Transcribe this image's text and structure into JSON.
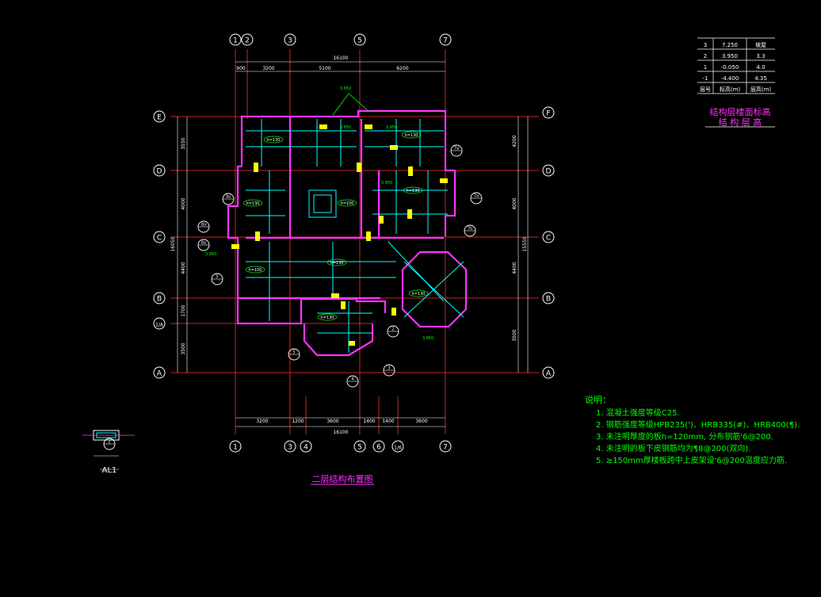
{
  "drawing": {
    "title": "二层结构布置图",
    "colors": {
      "background": "#000000",
      "axis": "#ff3030",
      "wall": "#ff33ff",
      "beam": "#00ffff",
      "column": "#ffff00",
      "text": "#ffffff",
      "notes": "#00ff00",
      "dim": "#ffffff"
    }
  },
  "axes_top": [
    "1",
    "2",
    "3",
    "5",
    "7"
  ],
  "axes_bottom": [
    "1",
    "3",
    "4",
    "5",
    "6",
    "1/6",
    "7"
  ],
  "axes_left": [
    "E",
    "D",
    "C",
    "B",
    "1/A",
    "A"
  ],
  "axes_right": [
    "F",
    "D",
    "C",
    "B",
    "A"
  ],
  "dims_top": {
    "total": "16100",
    "parts": [
      "900",
      "3200",
      "5100",
      "6200"
    ]
  },
  "dims_bottom": {
    "total": "16100",
    "parts": [
      "3200",
      "1200",
      "3600",
      "1400",
      "1400",
      "3600"
    ]
  },
  "dims_left": {
    "total": "16050",
    "parts": [
      "3550",
      "4000",
      "4400",
      "1700",
      "3500"
    ]
  },
  "dims_right": {
    "total": "15550",
    "parts": [
      "4200",
      "4000",
      "4400",
      "3500"
    ]
  },
  "level_table": {
    "rows": [
      [
        "3",
        "7.250",
        "坡屋"
      ],
      [
        "2",
        "3.950",
        "3.3"
      ],
      [
        "1",
        "-0.050",
        "4.0"
      ],
      [
        "-1",
        "-4.400",
        "4.35"
      ]
    ],
    "footer": [
      "层号",
      "标高(m)",
      "层高(m)"
    ],
    "caption1": "结构层楼面标高",
    "caption2": "结 构 层 高"
  },
  "notes": {
    "header": "说明：",
    "items": [
      "1.  混凝土强度等级C25.",
      "2.  钢筋强度等级HPB235(')、HRB335(#)、HRB400(¶).",
      "3.  未注明厚度的板h=120mm, 分布钢筋'6@200.",
      "4.  未注明的板下皮钢筋均为¶8@200(双向).",
      "5.  ≥150mm厚楼板跨中上皮架设'6@200温度应力筋."
    ]
  },
  "detail": {
    "label": "AL1"
  },
  "slab_tags": [
    "h=130",
    "h=130",
    "h=130",
    "h=130",
    "h=100",
    "h=100",
    "h=130",
    "h=130",
    "h=130"
  ],
  "elevation_tags": [
    "3.950",
    "3.950",
    "3.950",
    "3.950",
    "3.950",
    "3.950"
  ],
  "section_marks": [
    "9a",
    "8a",
    "8a",
    "7a",
    "7a",
    "7b",
    "5",
    "5",
    "4",
    "3",
    "2",
    "2"
  ]
}
